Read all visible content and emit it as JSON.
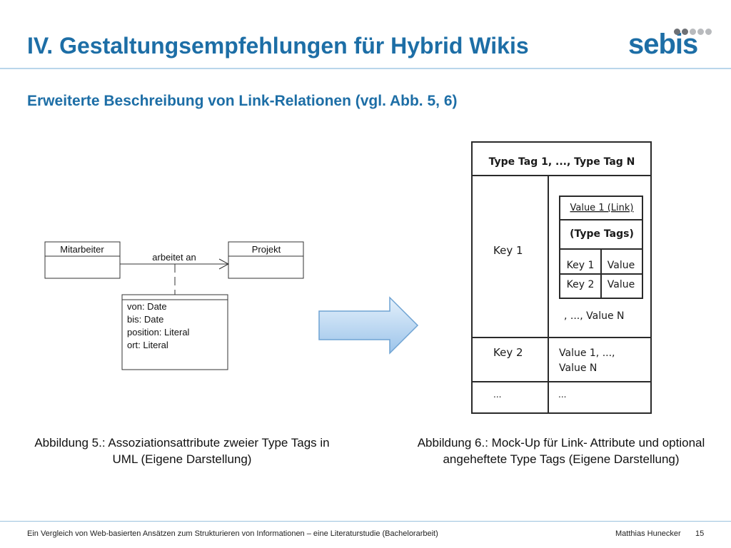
{
  "slide": {
    "title": "IV. Gestaltungsempfehlungen für Hybrid Wikis",
    "subtitle": "Erweiterte Beschreibung von Link-Relationen (vgl. Abb. 5, 6)",
    "logo_text": "sebis",
    "brand_color": "#1d6ea6"
  },
  "uml": {
    "class_left": "Mitarbeiter",
    "class_right": "Projekt",
    "association_label": "arbeitet an",
    "attributes": [
      "von: Date",
      "bis: Date",
      "position: Literal",
      "ort: Literal"
    ]
  },
  "mockup": {
    "header": "Type Tag 1, ..., Type Tag N",
    "key1": "Key 1",
    "value_link": "Value 1 (Link)",
    "type_tags": "(Type Tags)",
    "inner_rows": [
      {
        "key": "Key 1",
        "value": "Value"
      },
      {
        "key": "Key 2",
        "value": "Value"
      }
    ],
    "value_n": ", ..., Value N",
    "key2": "Key 2",
    "key2_value_line1": "Value 1, ...,",
    "key2_value_line2": "Value N",
    "ellipsis_left": "...",
    "ellipsis_right": "..."
  },
  "captions": {
    "fig5": "Abbildung 5.: Assoziationsattribute zweier Type Tags in UML (Eigene Darstellung)",
    "fig6": "Abbildung 6.: Mock-Up für Link- Attribute und optional angeheftete Type Tags (Eigene Darstellung)"
  },
  "footer": {
    "left": "Ein Vergleich von Web-basierten Ansätzen zum Strukturieren von Informationen – eine Literaturstudie (Bachelorarbeit)",
    "author": "Matthias Hunecker",
    "page": "15"
  }
}
